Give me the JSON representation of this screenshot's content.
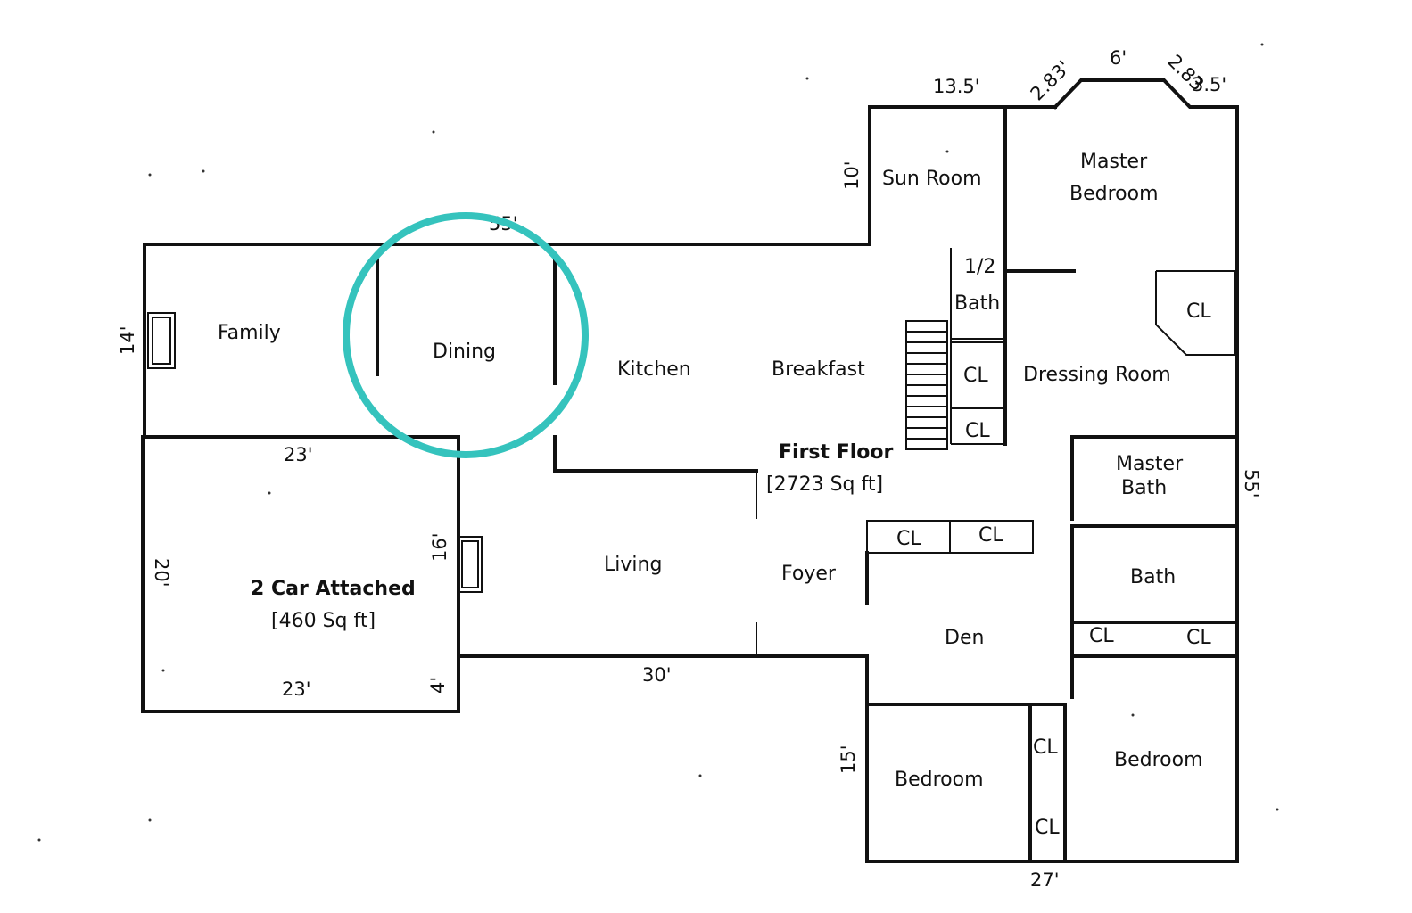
{
  "floor": {
    "title": "First Floor",
    "area": "[2723 Sq ft]"
  },
  "garage": {
    "title": "2 Car Attached",
    "area": "[460 Sq ft]"
  },
  "rooms": {
    "family": "Family",
    "dining": "Dining",
    "kitchen": "Kitchen",
    "breakfast": "Breakfast",
    "living": "Living",
    "foyer": "Foyer",
    "den": "Den",
    "sun_room": "Sun Room",
    "master_bedroom_1": "Master",
    "master_bedroom_2": "Bedroom",
    "half_bath_1": "1/2",
    "half_bath_2": "Bath",
    "dressing_room": "Dressing Room",
    "master_bath_1": "Master",
    "master_bath_2": "Bath",
    "bath": "Bath",
    "bedroom_left": "Bedroom",
    "bedroom_right": "Bedroom",
    "closet": "CL"
  },
  "dimensions": {
    "top_overall": "55'",
    "family_height": "14'",
    "family_width": "23'",
    "garage_height": "20'",
    "garage_depth": "16'",
    "garage_width": "23'",
    "garage_notch": "4'",
    "living_width": "30'",
    "sunroom_height": "10'",
    "sunroom_width": "13.5'",
    "bay_angle_left": "2.83'",
    "bay_center": "6'",
    "bay_angle_right": "2.83",
    "bay_right": "3.5'",
    "right_overall": "55'",
    "bedroom_height": "15'",
    "bottom_width": "27'"
  },
  "highlight": {
    "room": "Dining",
    "color": "#35c3bd"
  }
}
